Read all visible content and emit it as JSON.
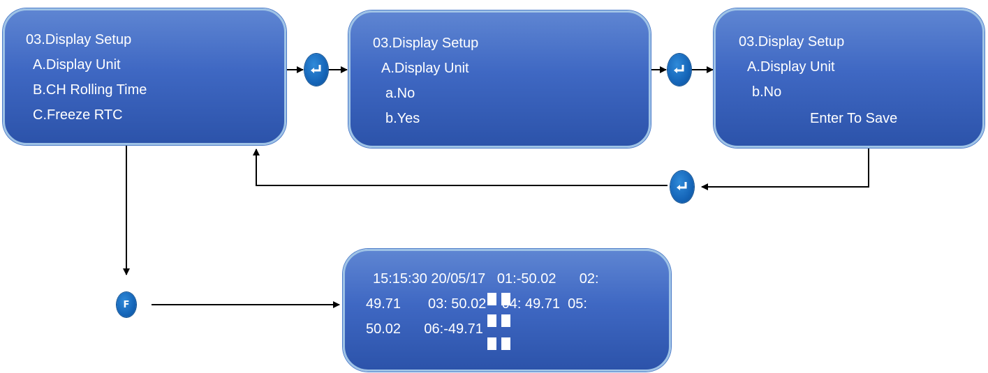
{
  "screens": {
    "menu": {
      "title": "03.Display Setup",
      "items": [
        "A.Display Unit",
        "B.CH Rolling Time",
        "C.Freeze RTC"
      ]
    },
    "options": {
      "title": "03.Display Setup",
      "sub": "A.Display Unit",
      "options": [
        "a.No",
        "b.Yes"
      ]
    },
    "save": {
      "title": "03.Display Setup",
      "sub": "A.Display Unit",
      "selected": "b.No",
      "prompt": "Enter To Save"
    },
    "freeze": {
      "lines": [
        "15:15:30 20/05/17   01:-50.02      02:",
        "49.71       03: 50.02    04: 49.71  05:",
        "50.02      06:-49.71"
      ]
    }
  },
  "icons": {
    "enter_key": "enter-key-icon",
    "f_key": "F"
  },
  "colors": {
    "screen_top": "#5e85d2",
    "screen_bottom": "#2c53aa",
    "screen_border": "#9fc3e6",
    "key": "#1565b8",
    "connector": "#000000"
  }
}
